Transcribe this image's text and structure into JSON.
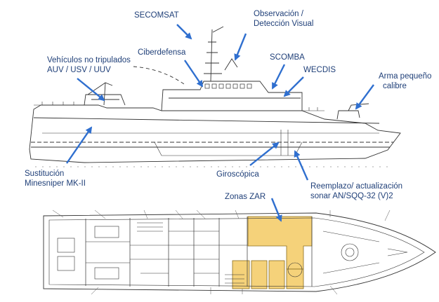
{
  "labels": {
    "secomsat": "SECOMSAT",
    "observacion": [
      "Observación /",
      "Detección Visual"
    ],
    "vehiculos": [
      "Vehículos no tripulados",
      "AUV / USV / UUV"
    ],
    "ciberdefensa": "Ciberdefensa",
    "scomba": "SCOMBA",
    "wecdis": "WECDIS",
    "arma": [
      "Arma pequeño",
      "calibre"
    ],
    "sustitucion": [
      "Sustitución",
      "Minesniper MK-II"
    ],
    "giroscopica": "Giroscópica",
    "reemplazo": [
      "Reemplazo/ actualización",
      "sonar AN/SQQ-32 (V)2"
    ],
    "zonas": "Zonas ZAR"
  },
  "colors": {
    "label_text": "#1f3f78",
    "arrow": "#2f6fcf",
    "drawing_line": "#333333",
    "zar_fill": "#f5d27a",
    "background": "#ffffff"
  }
}
